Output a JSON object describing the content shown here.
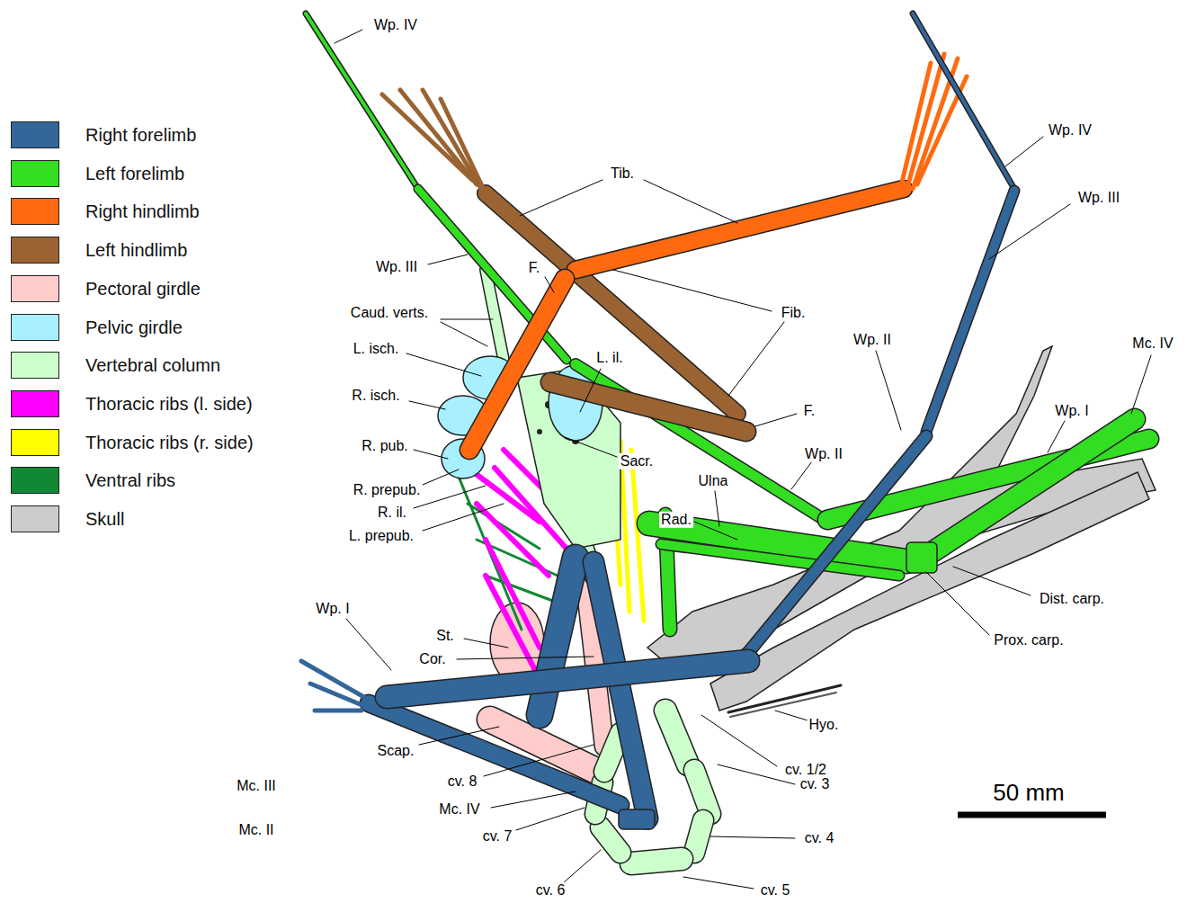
{
  "diagram": {
    "labels": [
      "Wp. IV",
      "Wp. IV",
      "Tib.",
      "Wp. III",
      "Wp. III",
      "F.",
      "Caud. verts.",
      "Fib.",
      "Mc. IV",
      "L. isch.",
      "Wp. II",
      "L. il.",
      "R. isch.",
      "Wp. I",
      "F.",
      "R. pub.",
      "Sacr.",
      "Wp. II",
      "Ulna",
      "R. prepub.",
      "R. il.",
      "Rad.",
      "L. prepub.",
      "Dist. carp.",
      "Wp. I",
      "St.",
      "Prox. carp.",
      "Cor.",
      "Hyo.",
      "Scap.",
      "cv. 1/2",
      "cv. 8",
      "Mc. III",
      "cv. 3",
      "50 mm",
      "Mc. IV",
      "Mc. II",
      "cv. 7",
      "cv. 4",
      "cv. 6",
      "cv. 5"
    ],
    "legend": [
      {
        "text": "Right forelimb",
        "color": "#336699"
      },
      {
        "text": "Left forelimb",
        "color": "#33dd22"
      },
      {
        "text": "Right hindlimb",
        "color": "#ff6a10"
      },
      {
        "text": "Left hindlimb",
        "color": "#9b6332"
      },
      {
        "text": "Pectoral girdle",
        "color": "#ffcccc"
      },
      {
        "text": "Pelvic girdle",
        "color": "#a8f0ff"
      },
      {
        "text": "Vertebral column",
        "color": "#ccffcc"
      },
      {
        "text": "Thoracic ribs (l. side)",
        "color": "#ff00ff"
      },
      {
        "text": "Thoracic ribs (r. side)",
        "color": "#ffff00"
      },
      {
        "text": "Ventral ribs",
        "color": "#118833"
      },
      {
        "text": "Skull",
        "color": "#cccccc"
      }
    ]
  }
}
